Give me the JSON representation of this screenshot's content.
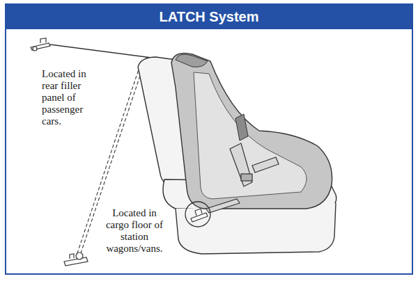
{
  "diagram": {
    "title": "LATCH System",
    "labels": [
      "Located in rear filler panel of passenger cars.",
      "Located in cargo floor of station wagons/vans."
    ]
  }
}
